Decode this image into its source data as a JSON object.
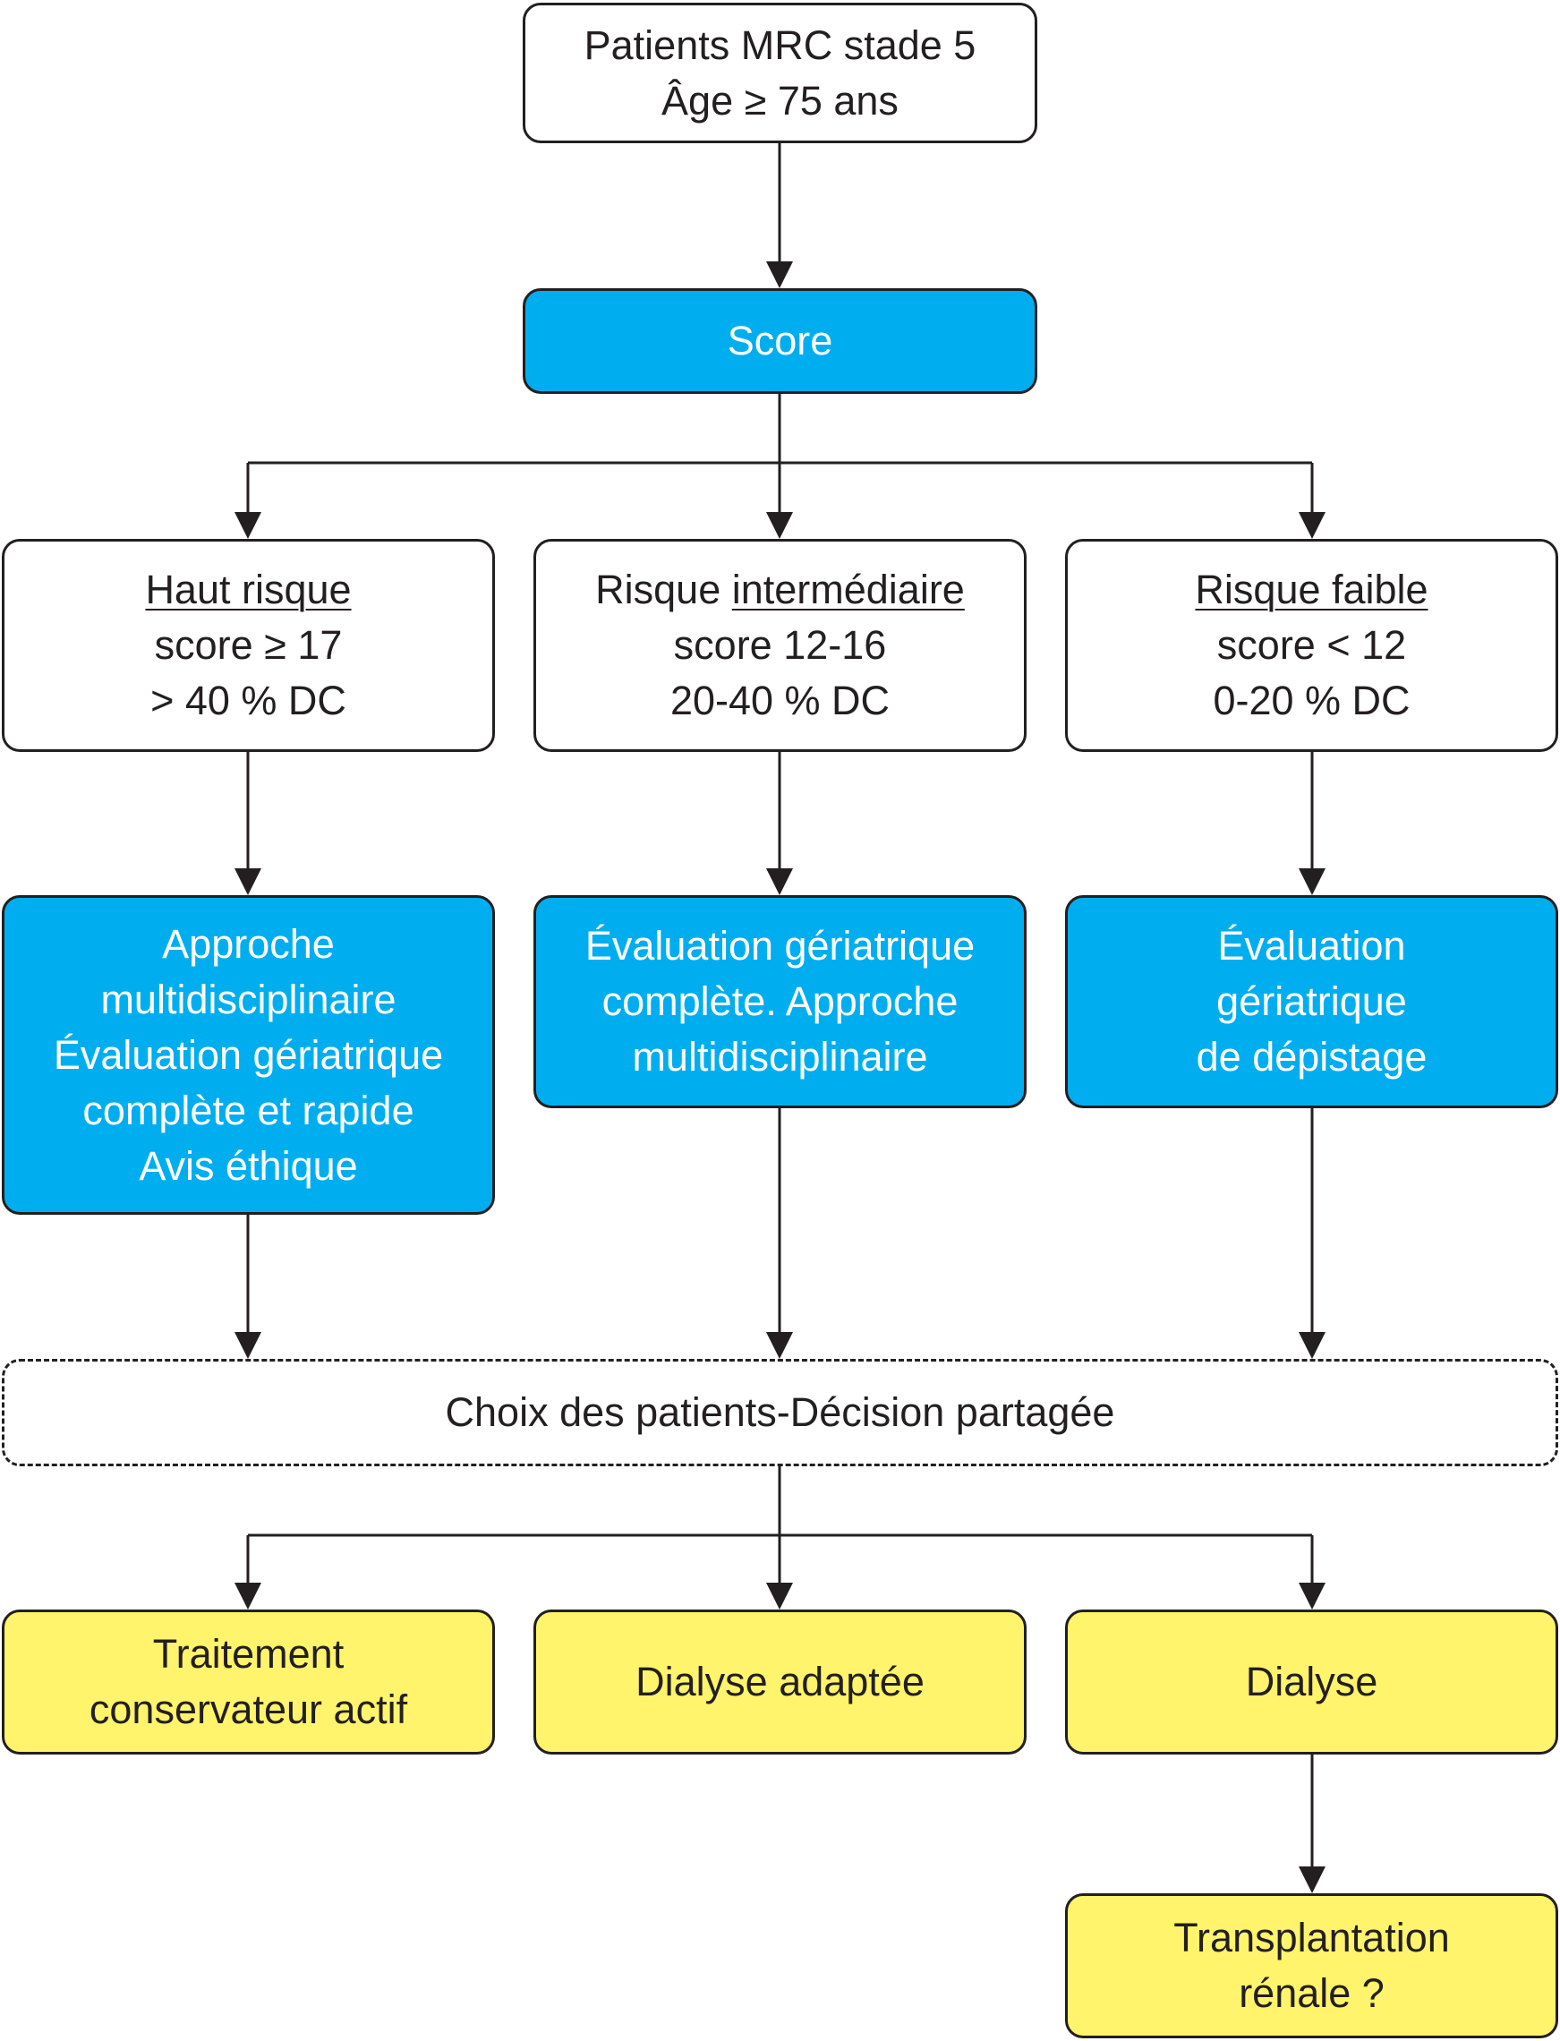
{
  "nodes": {
    "start": {
      "line1": "Patients MRC stade 5",
      "line2": "Âge ≥ 75 ans"
    },
    "score": {
      "label": "Score"
    },
    "risk_high": {
      "title": "Haut risque",
      "score": "score ≥ 17",
      "dc": "> 40 % DC"
    },
    "risk_mid": {
      "title_prefix": "Risque ",
      "title_underlined": "intermédiaire",
      "score": "score 12-16",
      "dc": "20-40 % DC"
    },
    "risk_low": {
      "title": "Risque faible",
      "score": "score < 12",
      "dc": "0-20 % DC"
    },
    "eval_high": {
      "lines": [
        "Approche",
        "multidisciplinaire",
        "Évaluation gériatrique",
        "complète et rapide",
        "Avis éthique"
      ]
    },
    "eval_mid": {
      "lines": [
        "Évaluation gériatrique",
        "complète. Approche",
        "multidisciplinaire"
      ]
    },
    "eval_low": {
      "lines": [
        "Évaluation",
        "gériatrique",
        "de dépistage"
      ]
    },
    "choice": {
      "label": "Choix des patients-Décision partagée"
    },
    "out_conservative": {
      "lines": [
        "Traitement",
        "conservateur actif"
      ]
    },
    "out_adapted": {
      "label": "Dialyse adaptée"
    },
    "out_dialysis": {
      "label": "Dialyse"
    },
    "out_transplant": {
      "lines": [
        "Transplantation",
        "rénale ?"
      ]
    }
  },
  "colors": {
    "blue": "#00aeef",
    "yellow": "#fff46b",
    "line": "#231f20"
  }
}
